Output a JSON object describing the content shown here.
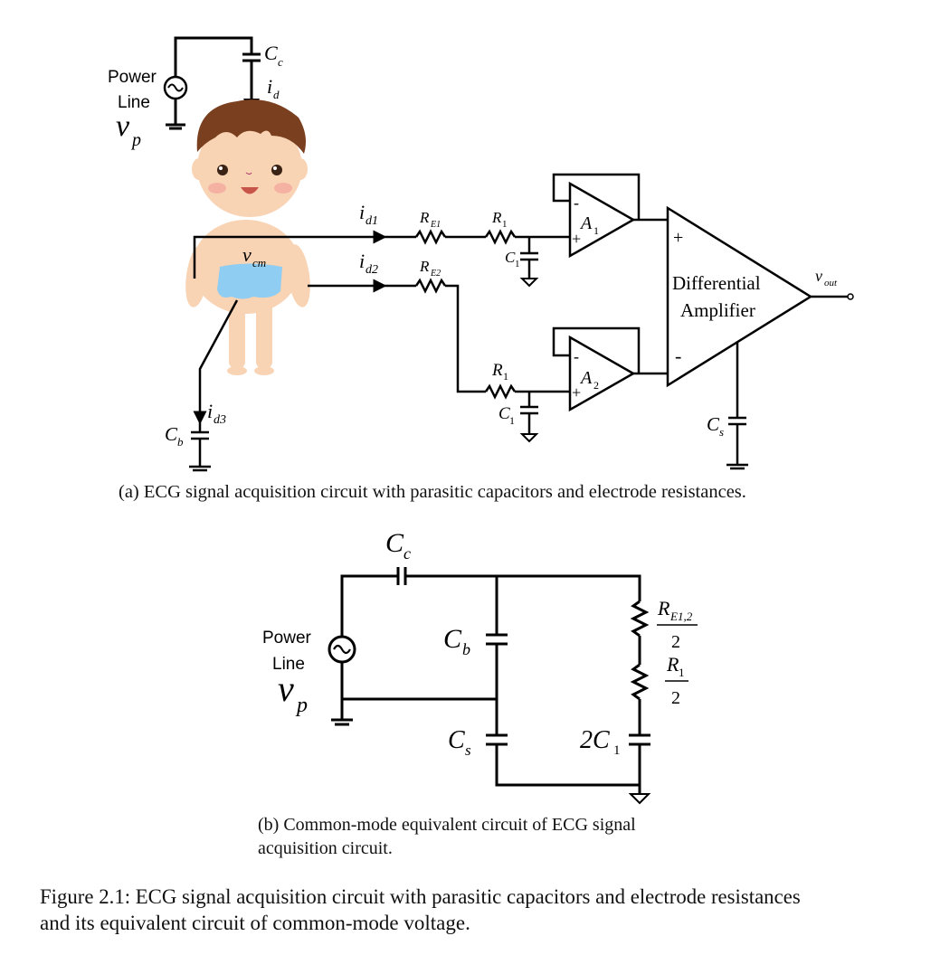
{
  "labels": {
    "power": "Power",
    "line": "Line",
    "vp_main": "v",
    "vp_sub": "p",
    "cc_main": "C",
    "cc_sub": "c",
    "id_main": "i",
    "id_sub": "d",
    "id1_main": "i",
    "id1_sub": "d1",
    "id2_main": "i",
    "id2_sub": "d2",
    "id3_main": "i",
    "id3_sub": "d3",
    "re1_main": "R",
    "re1_sub": "E1",
    "re2_main": "R",
    "re2_sub": "E2",
    "r1_main": "R",
    "r1_sub": "1",
    "c1_main": "C",
    "c1_sub": "1",
    "a1_main": "A",
    "a1_sub": "1",
    "a2_main": "A",
    "a2_sub": "2",
    "vcm_main": "v",
    "vcm_sub": "cm",
    "cb_main": "C",
    "cb_sub": "b",
    "cs_main": "C",
    "cs_sub": "s",
    "diff1": "Differential",
    "diff2": "Amplifier",
    "vout_main": "v",
    "vout_sub": "out",
    "plus": "+",
    "minus": "-",
    "re12_main": "R",
    "re12_sub": "E1,2",
    "two": "2",
    "two_c1": "2C",
    "one": "1"
  },
  "captions": {
    "a": "(a) ECG signal acquisition circuit with parasitic capacitors and electrode resistances.",
    "b_line1": "(b) Common-mode equivalent circuit of ECG signal",
    "b_line2": "acquisition circuit.",
    "figure_line1": "Figure 2.1: ECG signal acquisition circuit with parasitic capacitors and electrode resistances",
    "figure_line2": "and its equivalent circuit of common-mode voltage."
  },
  "colors": {
    "wire": "#000000",
    "skin": "#f8d3b4",
    "hair": "#7a3f1e",
    "diaper": "#8fcdf2"
  }
}
